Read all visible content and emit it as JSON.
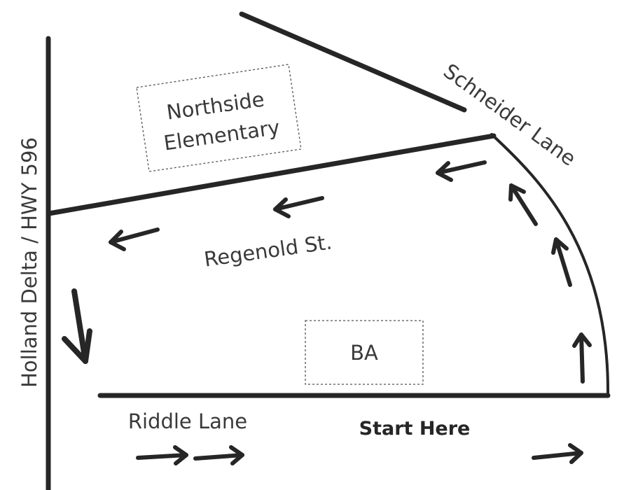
{
  "roads": {
    "holland": "Holland Delta / HWY 596",
    "regenold": "Regenold St.",
    "schneider": "Schneider Lane",
    "riddle": "Riddle Lane"
  },
  "places": {
    "northside_line1": "Northside",
    "northside_line2": "Elementary",
    "ba": "BA"
  },
  "start_label": "Start Here"
}
